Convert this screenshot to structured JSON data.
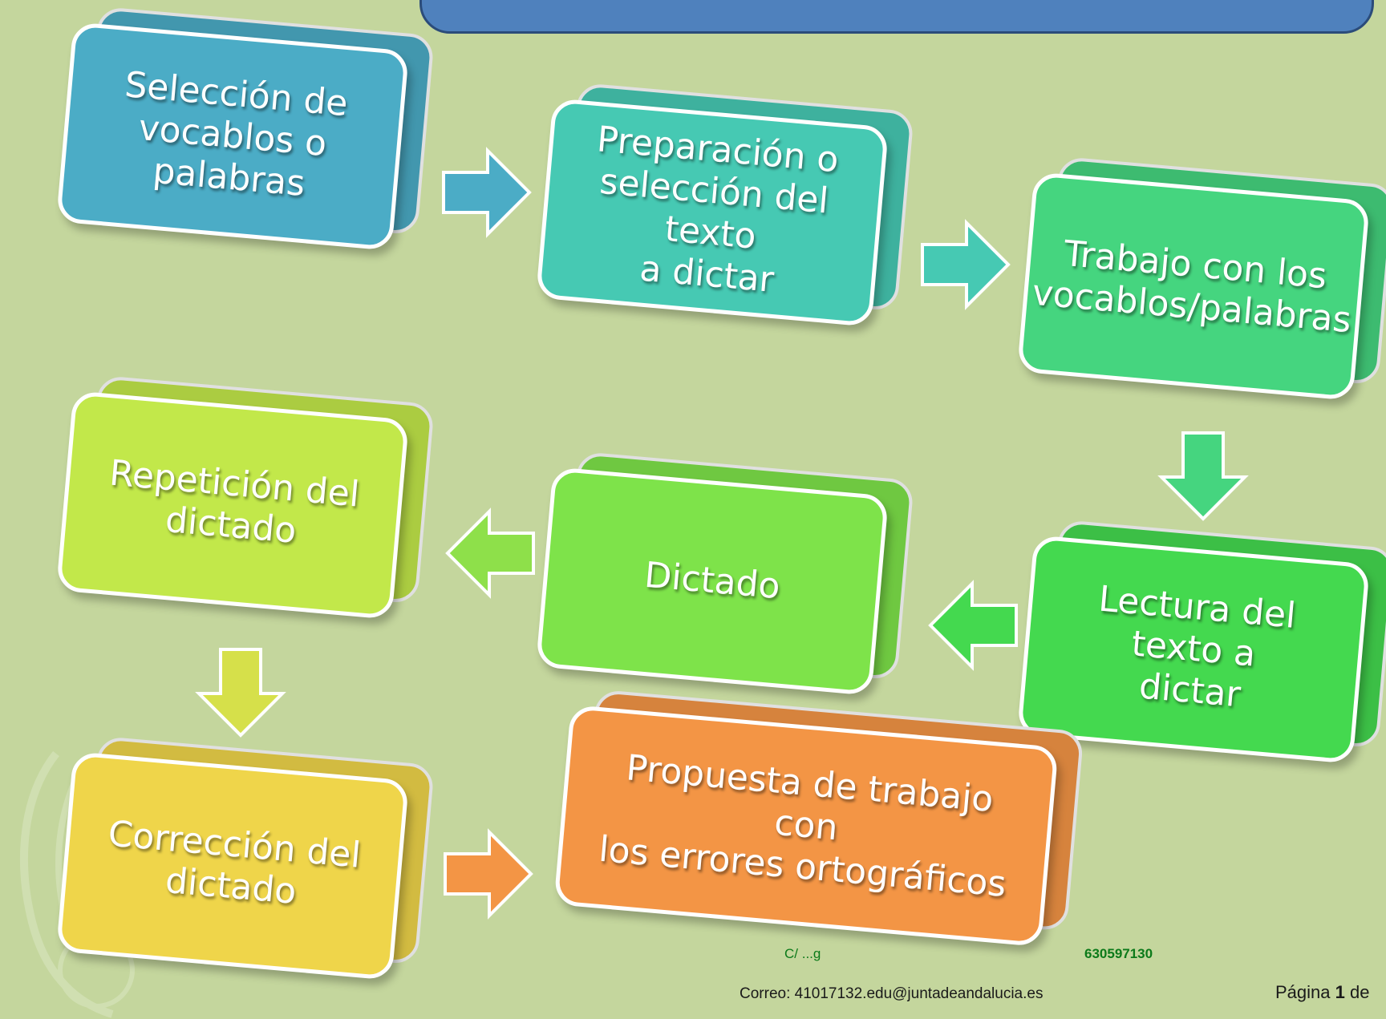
{
  "steps": [
    {
      "id": "seleccion",
      "label": "Selección de\nvocablos o\npalabras",
      "color": "#4bacc6"
    },
    {
      "id": "preparacion",
      "label": "Preparación o\nselección del texto\na dictar",
      "color": "#46c9b3"
    },
    {
      "id": "trabajo",
      "label": "Trabajo con los\nvocablos/palabras",
      "color": "#45d57f"
    },
    {
      "id": "lectura",
      "label": "Lectura del texto a\ndictar",
      "color": "#44d94f"
    },
    {
      "id": "dictado",
      "label": "Dictado",
      "color": "#7ee34a"
    },
    {
      "id": "repeticion",
      "label": "Repetición del\ndictado",
      "color": "#c2e84a"
    },
    {
      "id": "correccion",
      "label": "Corrección del\ndictado",
      "color": "#efd54a"
    },
    {
      "id": "propuesta",
      "label": "Propuesta de trabajo con\nlos errores ortográficos",
      "color": "#f39545"
    }
  ],
  "arrows": [
    {
      "id": "seleccion-to-preparacion",
      "direction": "right",
      "color": "#4bacc6"
    },
    {
      "id": "preparacion-to-trabajo",
      "direction": "right",
      "color": "#46c9b3"
    },
    {
      "id": "trabajo-to-lectura",
      "direction": "down",
      "color": "#45d57f"
    },
    {
      "id": "lectura-to-dictado",
      "direction": "left",
      "color": "#44d94f"
    },
    {
      "id": "dictado-to-repeticion",
      "direction": "left",
      "color": "#8ee04a"
    },
    {
      "id": "repeticion-to-correccion",
      "direction": "down",
      "color": "#d6e04a"
    },
    {
      "id": "correccion-to-propuesta",
      "direction": "right",
      "color": "#f39545"
    }
  ],
  "footer": {
    "partial_left": "C/ ...g",
    "partial_phone": "630597130",
    "email": "Correo: 41017132.edu@juntadeandalucia.es",
    "page_prefix": "Página",
    "page_number": "1",
    "page_suffix": "de"
  },
  "colors": {
    "background": "#c4d69d",
    "banner": "#4f81bd"
  }
}
